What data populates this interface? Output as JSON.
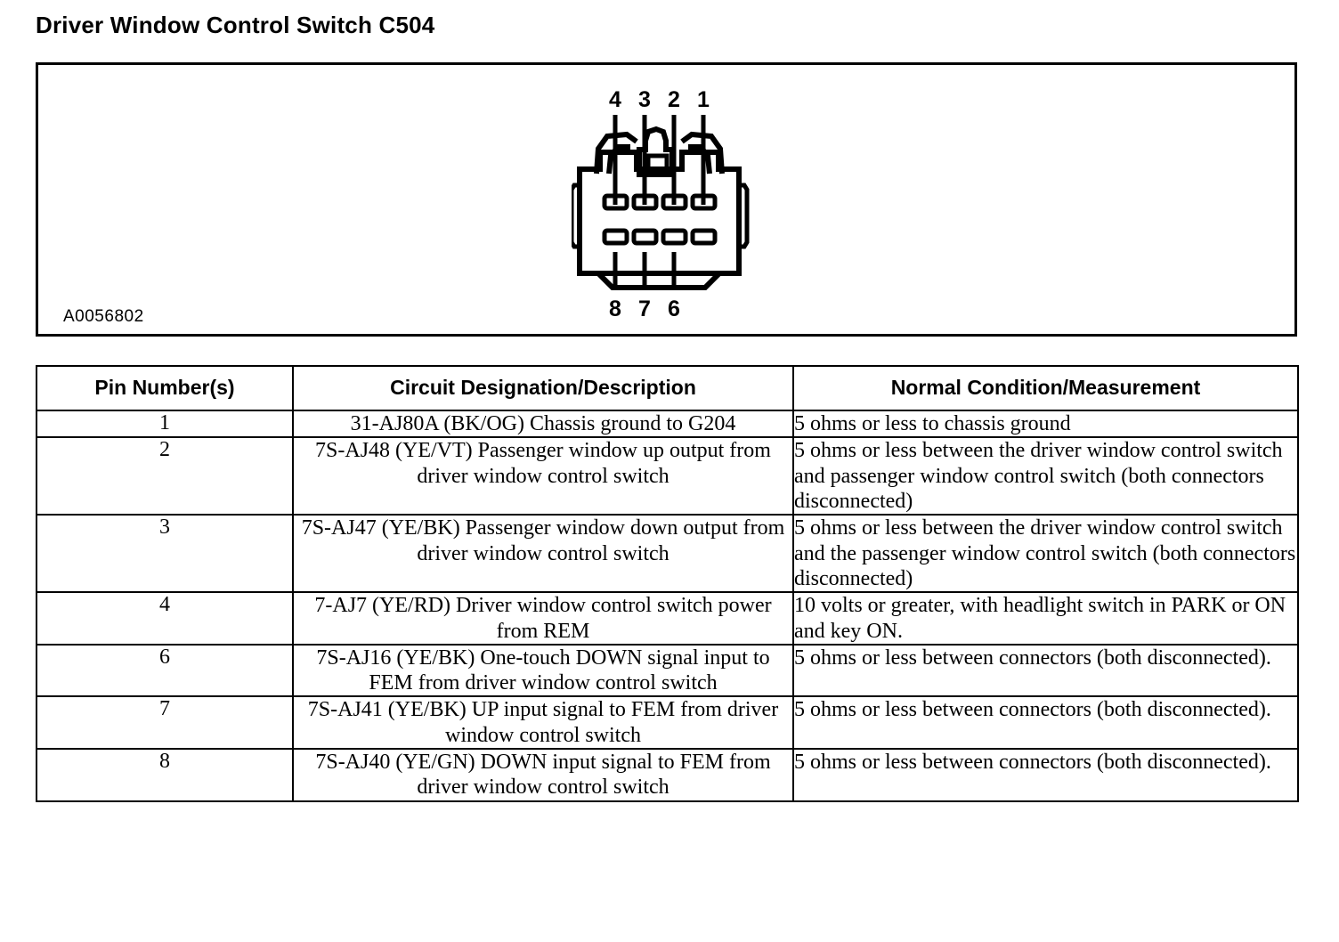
{
  "page": {
    "title": "Driver Window Control Switch C504"
  },
  "diagram": {
    "id_label": "A0056802",
    "connector_name": "C504",
    "top_row_pin_labels": [
      "4",
      "3",
      "2",
      "1"
    ],
    "bottom_row_pin_labels": [
      "8",
      "7",
      "6"
    ],
    "cavity_count": 8,
    "rows": 2,
    "columns": 4,
    "line_color": "#000000",
    "background_color": "#ffffff"
  },
  "table": {
    "headers": [
      "Pin Number(s)",
      "Circuit Designation/Description",
      "Normal Condition/Measurement"
    ],
    "rows": [
      {
        "pin": "1",
        "description": "31-AJ80A (BK/OG) Chassis ground to G204",
        "measurement": "5 ohms or less to chassis ground"
      },
      {
        "pin": "2",
        "description": "7S-AJ48 (YE/VT) Passenger window up output from driver window control switch",
        "measurement": "5 ohms or less between the driver window control switch and passenger window control switch (both connectors disconnected)"
      },
      {
        "pin": "3",
        "description": "7S-AJ47 (YE/BK) Passenger window down output from driver window control switch",
        "measurement": "5 ohms or less between the driver window control switch and the passenger window control switch (both connectors disconnected)"
      },
      {
        "pin": "4",
        "description": "7-AJ7 (YE/RD) Driver window control switch power from REM",
        "measurement": "10 volts or greater, with headlight switch in PARK or ON and key ON."
      },
      {
        "pin": "6",
        "description": "7S-AJ16 (YE/BK) One-touch DOWN signal input to FEM from driver window control switch",
        "measurement": "5 ohms or less between connectors (both disconnected)."
      },
      {
        "pin": "7",
        "description": "7S-AJ41 (YE/BK) UP input signal to FEM from driver window control switch",
        "measurement": "5 ohms or less between connectors (both disconnected)."
      },
      {
        "pin": "8",
        "description": "7S-AJ40 (YE/GN) DOWN input signal to FEM from driver window control switch",
        "measurement": "5 ohms or less between connectors (both disconnected)."
      }
    ]
  }
}
